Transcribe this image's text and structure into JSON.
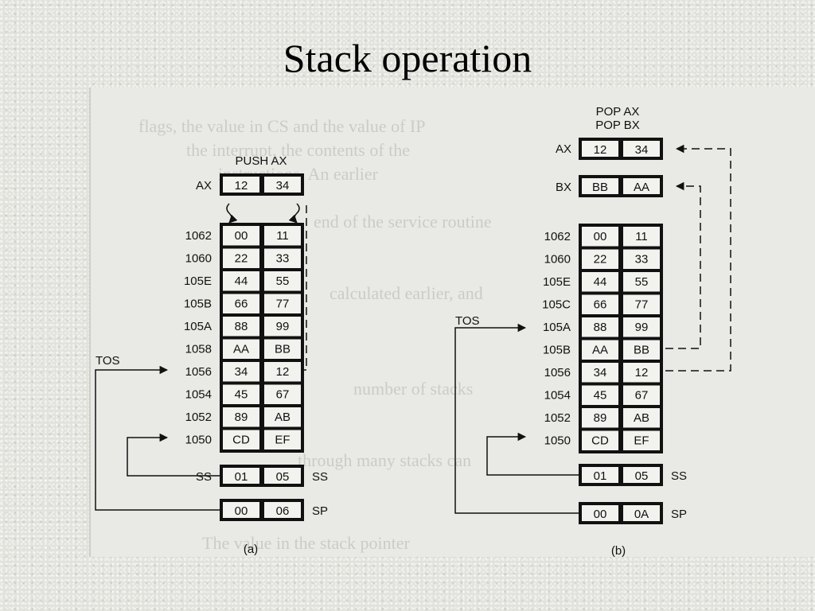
{
  "slide": {
    "title": "Stack operation"
  },
  "panel_a": {
    "heading": "PUSH AX",
    "caption": "(a)",
    "ax": {
      "label": "AX",
      "hi": "12",
      "lo": "34"
    },
    "rows": [
      {
        "addr": "1062",
        "hi": "00",
        "lo": "11"
      },
      {
        "addr": "1060",
        "hi": "22",
        "lo": "33"
      },
      {
        "addr": "105E",
        "hi": "44",
        "lo": "55"
      },
      {
        "addr": "105B",
        "hi": "66",
        "lo": "77"
      },
      {
        "addr": "105A",
        "hi": "88",
        "lo": "99"
      },
      {
        "addr": "1058",
        "hi": "AA",
        "lo": "BB"
      },
      {
        "addr": "1056",
        "hi": "34",
        "lo": "12"
      },
      {
        "addr": "1054",
        "hi": "45",
        "lo": "67"
      },
      {
        "addr": "1052",
        "hi": "89",
        "lo": "AB"
      },
      {
        "addr": "1050",
        "hi": "CD",
        "lo": "EF"
      }
    ],
    "tos_label": "TOS",
    "ss": {
      "label": "SS",
      "hi": "01",
      "lo": "05"
    },
    "sp": {
      "label": "SP",
      "hi": "00",
      "lo": "06"
    }
  },
  "panel_b": {
    "heading_1": "POP AX",
    "heading_2": "POP BX",
    "caption": "(b)",
    "ax": {
      "label": "AX",
      "hi": "12",
      "lo": "34"
    },
    "bx": {
      "label": "BX",
      "hi": "BB",
      "lo": "AA"
    },
    "rows": [
      {
        "addr": "1062",
        "hi": "00",
        "lo": "11"
      },
      {
        "addr": "1060",
        "hi": "22",
        "lo": "33"
      },
      {
        "addr": "105E",
        "hi": "44",
        "lo": "55"
      },
      {
        "addr": "105C",
        "hi": "66",
        "lo": "77"
      },
      {
        "addr": "105A",
        "hi": "88",
        "lo": "99"
      },
      {
        "addr": "105B",
        "hi": "AA",
        "lo": "BB"
      },
      {
        "addr": "1056",
        "hi": "34",
        "lo": "12"
      },
      {
        "addr": "1054",
        "hi": "45",
        "lo": "67"
      },
      {
        "addr": "1052",
        "hi": "89",
        "lo": "AB"
      },
      {
        "addr": "1050",
        "hi": "CD",
        "lo": "EF"
      }
    ],
    "tos_label": "TOS",
    "ss": {
      "label": "SS",
      "hi": "01",
      "lo": "05"
    },
    "sp": {
      "label": "SP",
      "hi": "00",
      "lo": "0A"
    }
  }
}
